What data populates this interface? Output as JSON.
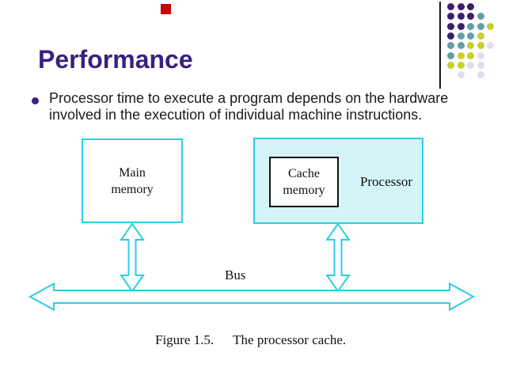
{
  "slide": {
    "title": "Performance",
    "bullet": {
      "lines": [
        "Processor time to execute a program depends on the hardware",
        "involved in the execution of individual machine instructions."
      ]
    }
  },
  "diagram": {
    "main_memory_lines": [
      "Main",
      "memory"
    ],
    "cache_memory_lines": [
      "Cache",
      "memory"
    ],
    "processor_label": "Processor",
    "bus_label": "Bus",
    "caption": {
      "figure": "Figure 1.5.",
      "text": "The processor cache."
    }
  },
  "decor": {
    "title_color": "#3A2080",
    "accent_square_color": "#CC0000",
    "diagram_outline_cyan": "#2BCFE3",
    "processor_box_fill": "#D5F4F7",
    "dot_colors": {
      "P": "#3C1E70",
      "T": "#62A0A4",
      "Y": "#C8CE2C",
      "L": "#DEDEF0"
    },
    "dot_grid": {
      "rows": [
        [
          "P",
          "P",
          "P",
          ".",
          "."
        ],
        [
          "P",
          "P",
          "P",
          "T",
          "."
        ],
        [
          "P",
          "P",
          "T",
          "T",
          "Y"
        ],
        [
          "P",
          "T",
          "T",
          "Y",
          "."
        ],
        [
          "T",
          "T",
          "Y",
          "Y",
          "L"
        ],
        [
          "T",
          "Y",
          "Y",
          "L",
          "."
        ],
        [
          "Y",
          "Y",
          "L",
          "L",
          "."
        ],
        [
          ".",
          "L",
          ".",
          "L",
          "."
        ]
      ]
    }
  }
}
